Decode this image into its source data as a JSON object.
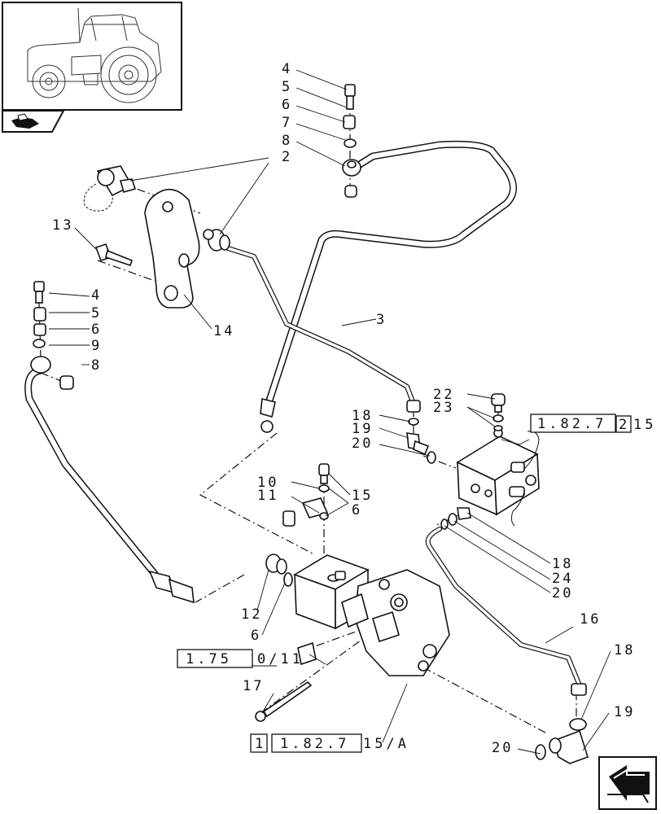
{
  "callouts": {
    "c4a": "4",
    "c5a": "5",
    "c6a": "6",
    "c7": "7",
    "c8a": "8",
    "c2": "2",
    "c13": "13",
    "c14": "14",
    "c3": "3",
    "c4b": "4",
    "c5b": "5",
    "c6b": "6",
    "c9": "9",
    "c8b": "8",
    "c22": "22",
    "c23": "23",
    "c18a": "18",
    "c19a": "19",
    "c20a": "20",
    "c10": "10",
    "c11": "11",
    "c15": "15",
    "c6c": "6",
    "c18b": "18",
    "c24": "24",
    "c20b": "20",
    "c12": "12",
    "c6d": "6",
    "c16": "16",
    "c18c": "18",
    "c17": "17",
    "c19b": "19",
    "c20c": "20"
  },
  "references": {
    "ref_right_main": "1.82.7",
    "ref_right_box": "2",
    "ref_right_tail": "15",
    "ref_mid_main": "1.75",
    "ref_mid_tail": "0/11",
    "ref_bottom_box": "1",
    "ref_bottom_main": "1.82.7",
    "ref_bottom_tail": "15/A"
  },
  "icons": {
    "thumbnail": "tractor-thumbnail-icon",
    "section": "section-folder-icon",
    "navigation": "next-page-arrow-icon"
  }
}
